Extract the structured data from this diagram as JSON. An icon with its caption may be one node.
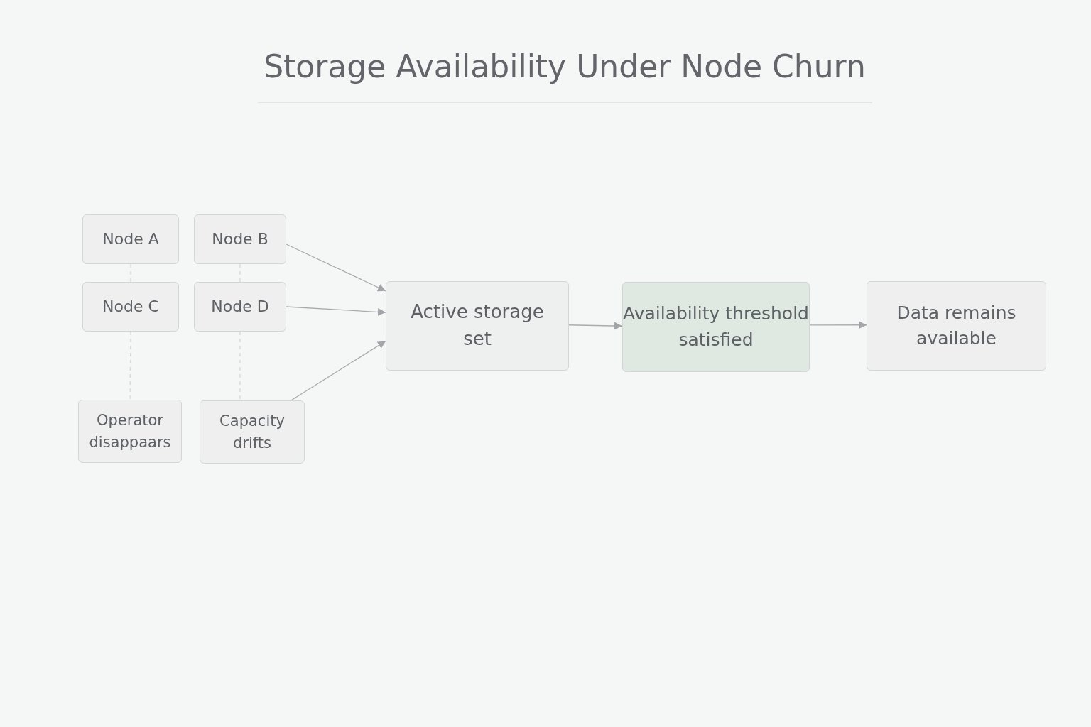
{
  "diagram": {
    "title": "Storage Availability Under Node Churn",
    "nodes": [
      {
        "text": [
          "Node A"
        ]
      },
      {
        "text": [
          "Node B"
        ]
      },
      {
        "text": [
          "Node C"
        ]
      },
      {
        "text": [
          "Node D"
        ]
      },
      {
        "text": [
          "Operator disappaars"
        ]
      },
      {
        "text": [
          "Capacity drifts"
        ]
      },
      {
        "text": [
          "Active storage set"
        ]
      },
      {
        "text": [
          "Availability threshold satisfied"
        ]
      },
      {
        "text": [
          "Data remains available"
        ]
      }
    ],
    "edges": [
      {
        "from": 1,
        "to": 6,
        "arrow": "to"
      },
      {
        "from": 3,
        "to": 6,
        "arrow": "to"
      },
      {
        "from": 5,
        "to": 6,
        "arrow": "to"
      },
      {
        "from": 6,
        "to": 7,
        "arrow": "to"
      },
      {
        "from": 7,
        "to": 8,
        "arrow": "to"
      },
      {
        "from": 0,
        "to": 2,
        "arrow": "none",
        "style": "dashed"
      },
      {
        "from": 1,
        "to": 3,
        "arrow": "none",
        "style": "dashed"
      },
      {
        "from": 2,
        "to": 4,
        "arrow": "none",
        "style": "dashed"
      },
      {
        "from": 3,
        "to": 5,
        "arrow": "none",
        "style": "dashed"
      }
    ]
  }
}
